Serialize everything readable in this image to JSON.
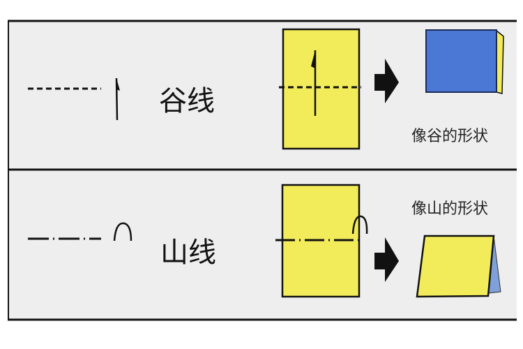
{
  "valley": {
    "label": "谷线",
    "caption": "像谷的形状"
  },
  "mountain": {
    "label": "山线",
    "caption": "像山的形状"
  },
  "colors": {
    "paper_front": "#f3ec5a",
    "paper_back": "#4a78d4",
    "background": "#eeeeee",
    "line": "#111111"
  },
  "icons": [
    "valley-fold-arrow-icon",
    "mountain-fold-arrow-icon",
    "right-arrow-icon"
  ]
}
